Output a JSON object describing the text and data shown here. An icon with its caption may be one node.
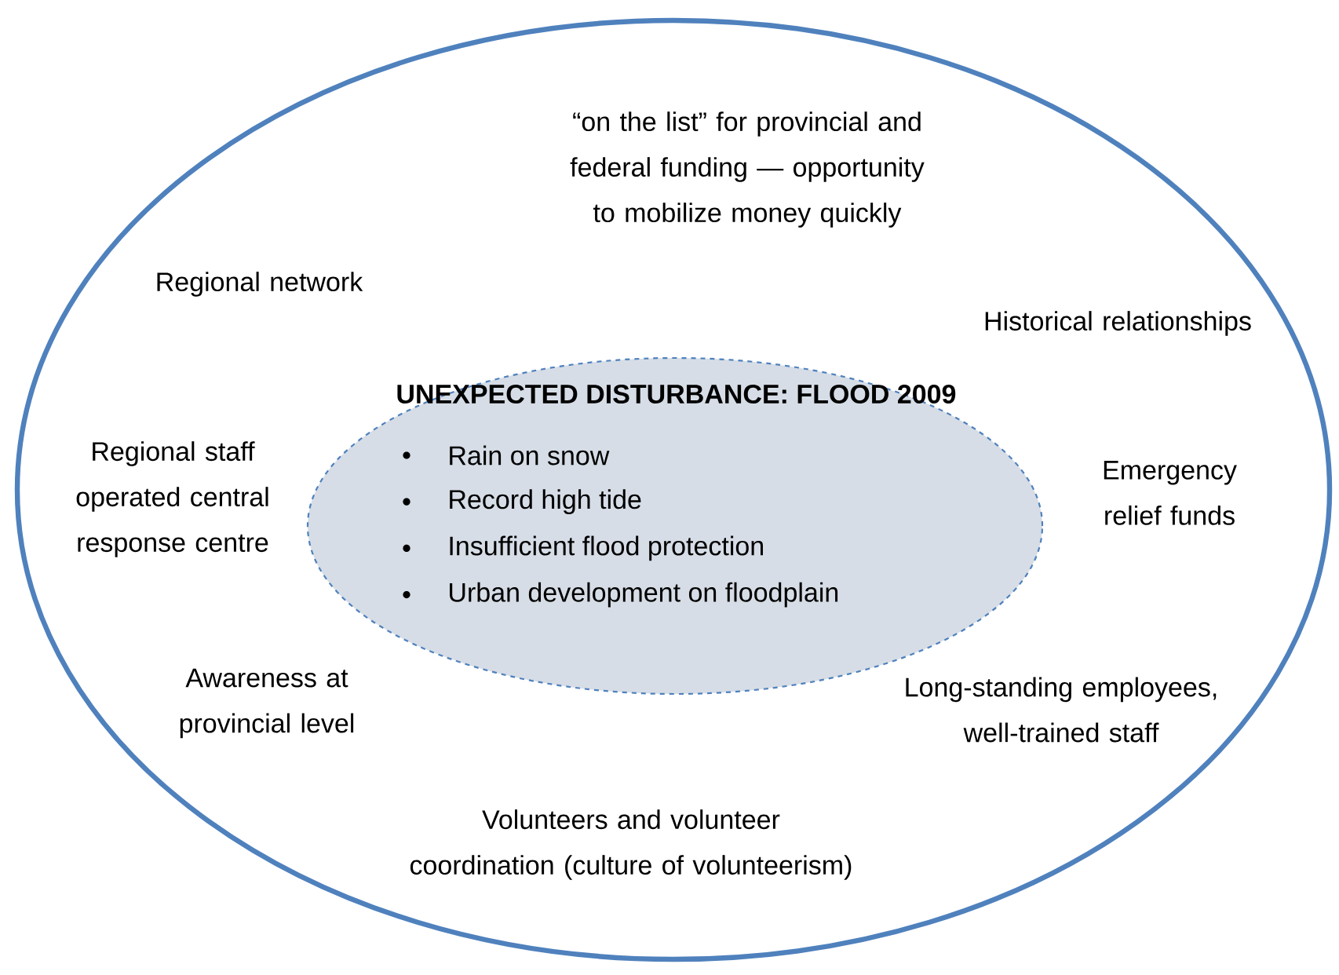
{
  "diagram": {
    "nodes": [
      {
        "text": [
          "“on the list” for provincial and federal funding — opportunity to mobilize money quickly",
          "Regional network",
          "Historical relationships",
          "Regional staff operated central response centre",
          "Emergency relief funds",
          "Awareness at provincial level",
          "Long-standing employees, well-trained staff",
          "Volunteers and volunteer coordination (culture of volunteerism)"
        ]
      },
      {
        "text": [
          "UNEXPECTED DISTURBANCE: FLOOD 2009",
          "Rain on snow",
          "Record high tide",
          "Insufficient flood protection",
          "Urban development on floodplain"
        ],
        "in": 0
      }
    ]
  }
}
